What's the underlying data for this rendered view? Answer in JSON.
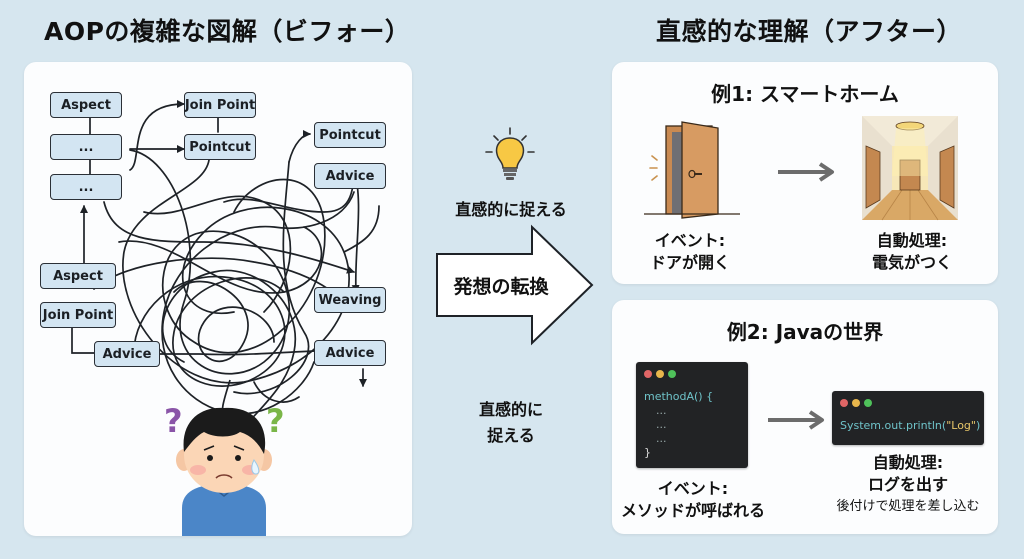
{
  "left": {
    "heading": "AOPの複雑な図解（ビフォー）",
    "nodes": {
      "aspect_top": "Aspect",
      "ellipsis_1": "...",
      "ellipsis_2": "...",
      "join_point_top": "Join Point",
      "pointcut_mid": "Pointcut",
      "pointcut_right": "Pointcut",
      "advice_right_top": "Advice",
      "aspect_bottom": "Aspect",
      "join_point_bottom": "Join Point",
      "advice_bottom_left": "Advice",
      "weaving": "Weaving",
      "advice_bottom_right": "Advice"
    },
    "confused_person": {
      "question_mark": "?"
    }
  },
  "middle": {
    "top_caption": "直感的に捉える",
    "arrow_label": "発想の転換",
    "bottom_caption_line1": "直感的に",
    "bottom_caption_line2": "捉える"
  },
  "right": {
    "heading": "直感的な理解（アフター）",
    "example1": {
      "title": "例1: スマートホーム",
      "event_line1": "イベント:",
      "event_line2": "ドアが開く",
      "action_line1": "自動処理:",
      "action_line2": "電気がつく"
    },
    "example2": {
      "title": "例2: Javaの世界",
      "code_left": {
        "line1": "methodA() {",
        "line2": "...",
        "line3": "...",
        "line4": "...",
        "line5": "}"
      },
      "code_right": {
        "prefix": "System.out.println(",
        "string": "\"Log\"",
        "suffix": ")"
      },
      "event_line1": "イベント:",
      "event_line2": "メソッドが呼ばれる",
      "action_line1": "自動処理:",
      "action_line2": "ログを出す",
      "action_note": "後付けで処理を差し込む"
    }
  },
  "colors": {
    "background": "#d6e6ef",
    "panel": "#fcfdfe",
    "node_fill": "#d3e5f2",
    "node_border": "#2a2f36",
    "code_bg": "#222325",
    "code_text": "#6fc3c9",
    "code_string": "#e8c76a",
    "dot_red": "#e06666",
    "dot_yellow": "#e8b64c",
    "dot_green": "#4fc15a",
    "bulb": "#f7c844",
    "question_purple": "#8a55a8",
    "question_green": "#7ab648",
    "shirt": "#4b86c8"
  }
}
